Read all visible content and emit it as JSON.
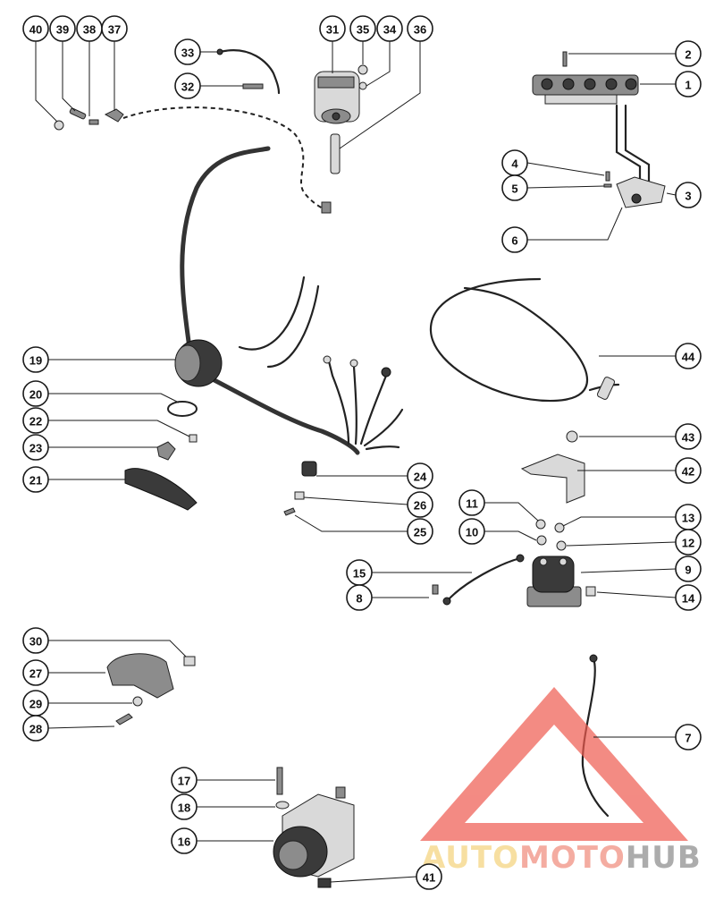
{
  "callouts": [
    {
      "id": "40",
      "label": "40"
    },
    {
      "id": "39",
      "label": "39"
    },
    {
      "id": "38",
      "label": "38"
    },
    {
      "id": "37",
      "label": "37"
    },
    {
      "id": "33",
      "label": "33"
    },
    {
      "id": "32",
      "label": "32"
    },
    {
      "id": "31",
      "label": "31"
    },
    {
      "id": "35",
      "label": "35"
    },
    {
      "id": "34",
      "label": "34"
    },
    {
      "id": "36",
      "label": "36"
    },
    {
      "id": "2",
      "label": "2"
    },
    {
      "id": "1",
      "label": "1"
    },
    {
      "id": "4",
      "label": "4"
    },
    {
      "id": "5",
      "label": "5"
    },
    {
      "id": "3",
      "label": "3"
    },
    {
      "id": "6",
      "label": "6"
    },
    {
      "id": "19",
      "label": "19"
    },
    {
      "id": "44",
      "label": "44"
    },
    {
      "id": "20",
      "label": "20"
    },
    {
      "id": "22",
      "label": "22"
    },
    {
      "id": "23",
      "label": "23"
    },
    {
      "id": "21",
      "label": "21"
    },
    {
      "id": "43",
      "label": "43"
    },
    {
      "id": "42",
      "label": "42"
    },
    {
      "id": "24",
      "label": "24"
    },
    {
      "id": "26",
      "label": "26"
    },
    {
      "id": "25",
      "label": "25"
    },
    {
      "id": "11",
      "label": "11"
    },
    {
      "id": "10",
      "label": "10"
    },
    {
      "id": "13",
      "label": "13"
    },
    {
      "id": "12",
      "label": "12"
    },
    {
      "id": "15",
      "label": "15"
    },
    {
      "id": "9",
      "label": "9"
    },
    {
      "id": "8",
      "label": "8"
    },
    {
      "id": "14",
      "label": "14"
    },
    {
      "id": "30",
      "label": "30"
    },
    {
      "id": "27",
      "label": "27"
    },
    {
      "id": "29",
      "label": "29"
    },
    {
      "id": "28",
      "label": "28"
    },
    {
      "id": "7",
      "label": "7"
    },
    {
      "id": "17",
      "label": "17"
    },
    {
      "id": "18",
      "label": "18"
    },
    {
      "id": "16",
      "label": "16"
    },
    {
      "id": "41",
      "label": "41"
    }
  ],
  "watermark": {
    "part1": "AUTO",
    "part2": "MOTO",
    "part3": "HUB",
    "color_auto": "#f5d27a",
    "color_moto": "#f08a7a",
    "color_hub": "#8a8a8a",
    "color_triangle": "#ee5a4f"
  }
}
